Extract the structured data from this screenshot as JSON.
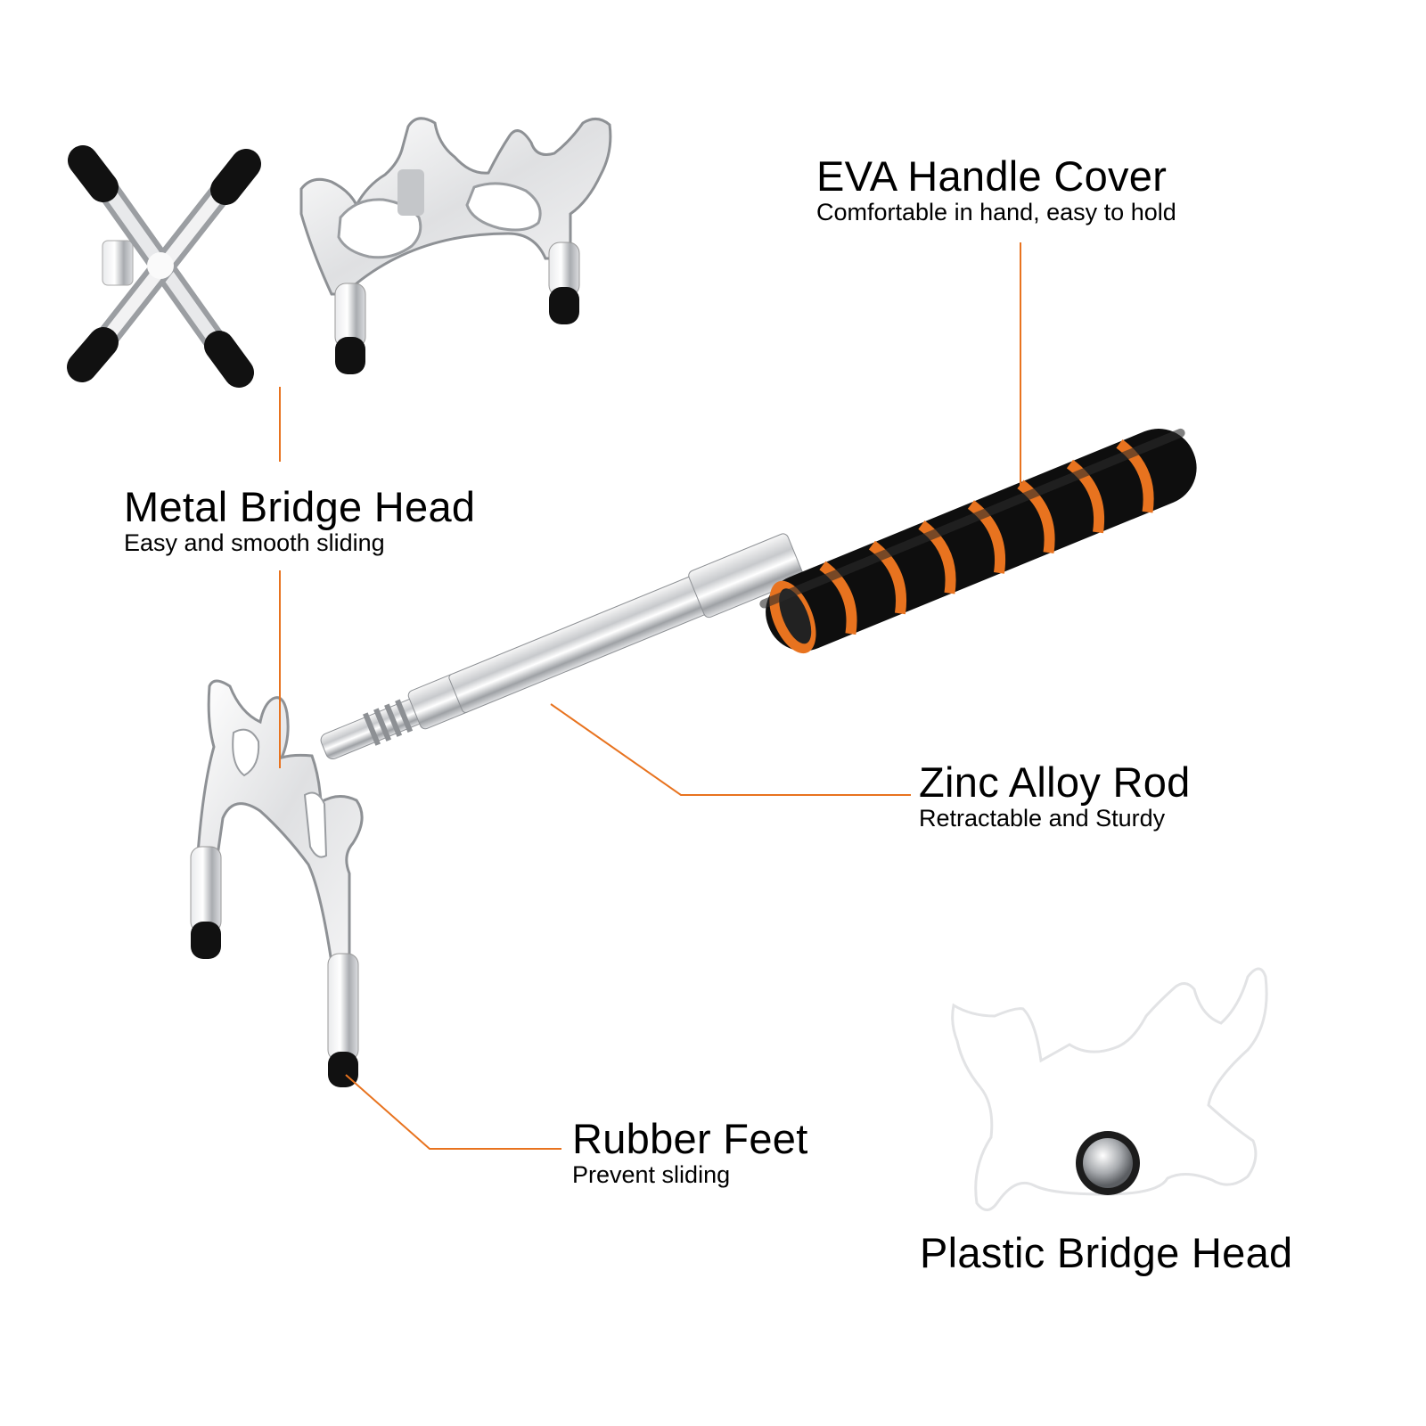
{
  "colors": {
    "accent": "#e8731f",
    "foam": "#0d0d0d",
    "metal": "#c8cacd",
    "text": "#000000",
    "background": "#ffffff"
  },
  "callouts": {
    "eva": {
      "title": "EVA Handle Cover",
      "subtitle": "Comfortable in hand, easy to hold"
    },
    "metal": {
      "title": "Metal Bridge Head",
      "subtitle": "Easy and smooth sliding"
    },
    "zinc": {
      "title": "Zinc Alloy Rod",
      "subtitle": "Retractable and Sturdy"
    },
    "rubber": {
      "title": "Rubber Feet",
      "subtitle": "Prevent sliding"
    },
    "plastic": {
      "title": "Plastic Bridge Head"
    }
  },
  "illustrations": [
    "cross-bridge-head",
    "crown-bridge-head",
    "telescopic-bridge-stick",
    "plastic-bridge-head"
  ]
}
